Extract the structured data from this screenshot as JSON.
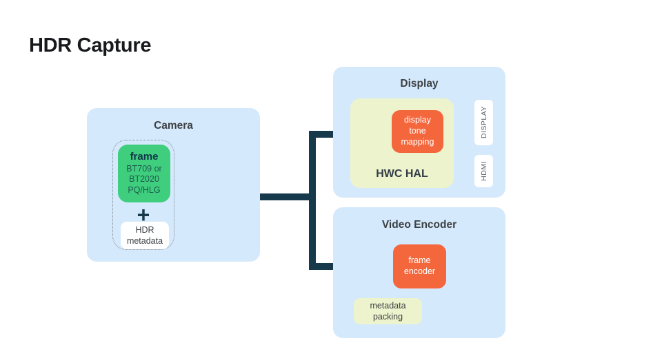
{
  "title": "HDR Capture",
  "colors": {
    "panel_blue": "#d5e9fc",
    "hal_yellow": "#edf3cc",
    "frame_green": "#3fce7d",
    "process_orange": "#f4673d",
    "connector_navy": "#16394c"
  },
  "icons": {
    "plus": "+"
  },
  "camera": {
    "label": "Camera",
    "frame": {
      "title": "frame",
      "lines": [
        "BT709 or",
        "BT2020",
        "PQ/HLG"
      ]
    },
    "hdr_metadata": {
      "lines": [
        "HDR",
        "metadata"
      ]
    }
  },
  "display": {
    "label": "Display",
    "hwc_hal": "HWC HAL",
    "tone_mapping": {
      "lines": [
        "display",
        "tone",
        "mapping"
      ]
    },
    "outputs": [
      {
        "label": "DISPLAY"
      },
      {
        "label": "HDMI"
      }
    ]
  },
  "video_encoder": {
    "label": "Video Encoder",
    "frame_encoder": {
      "lines": [
        "frame",
        "encoder"
      ]
    },
    "metadata_packing": {
      "lines": [
        "metadata",
        "packing"
      ]
    }
  }
}
